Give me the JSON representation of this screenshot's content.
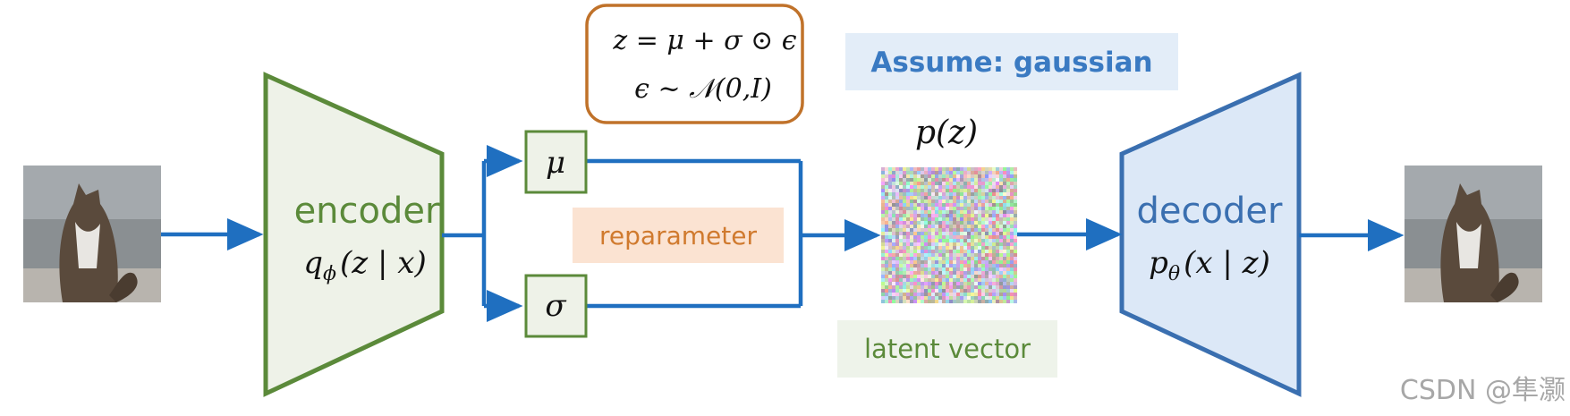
{
  "reparam_box": {
    "line1": "z = μ + σ ⊙ ϵ",
    "line2": "ϵ ~ 𝒩(0,I)"
  },
  "assumption": "Assume: gaussian",
  "encoder": {
    "title": "encoder",
    "formula_main": "q",
    "formula_sub": "ϕ",
    "formula_args": "(z | x)"
  },
  "decoder": {
    "title": "decoder",
    "formula_main": "p",
    "formula_sub": "θ",
    "formula_args": "(x | z)"
  },
  "mu_label": "μ",
  "sigma_label": "σ",
  "reparameter_label": "reparameter",
  "prior_label": "p(z)",
  "latent_label": "latent vector",
  "watermark": "CSDN @隼灏",
  "colors": {
    "encoder_stroke": "#5b8a3a",
    "encoder_fill": "#eef2e8",
    "decoder_stroke": "#3a6fb0",
    "decoder_fill": "#dce8f7",
    "arrow": "#1f6fc0",
    "reparam_box_stroke": "#c0722a",
    "reparam_label_bg": "#fbe3d2",
    "reparam_label_text": "#d07a2e",
    "assume_bg": "#e3edf8",
    "assume_text": "#3a7ac2",
    "latent_bg": "#eef3ea",
    "latent_text": "#5b8a3a"
  }
}
